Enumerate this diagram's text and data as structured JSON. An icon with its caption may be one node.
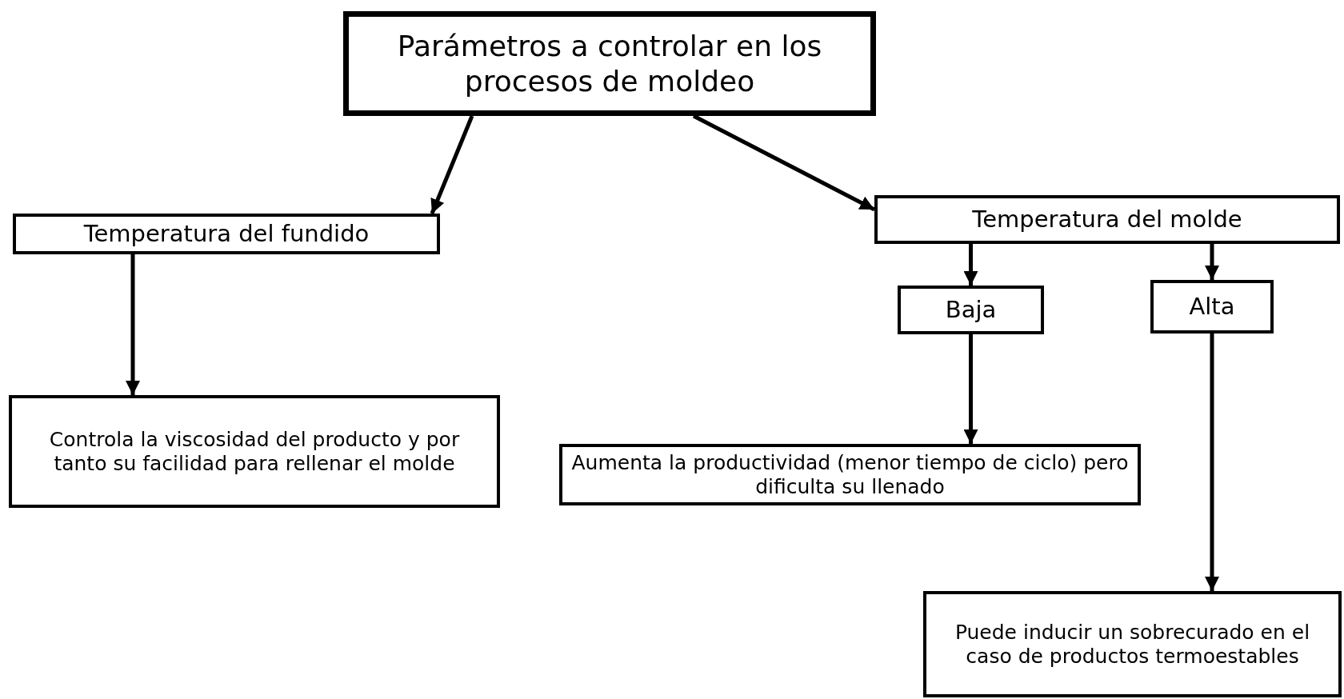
{
  "diagram": {
    "nodes": [
      {
        "text": [
          "Parámetros a controlar en los procesos de moldeo"
        ]
      },
      {
        "text": [
          "Temperatura del fundido"
        ]
      },
      {
        "text": [
          "Temperatura del molde"
        ]
      },
      {
        "text": [
          "Baja"
        ]
      },
      {
        "text": [
          "Alta"
        ]
      },
      {
        "text": [
          "Controla la viscosidad del producto y por tanto su facilidad para rellenar el molde"
        ]
      },
      {
        "text": [
          "Aumenta la productividad (menor tiempo de ciclo) pero dificulta su llenado"
        ]
      },
      {
        "text": [
          "Puede inducir un sobrecurado en el caso de productos termoestables"
        ]
      }
    ],
    "edges": [
      {
        "from": 0,
        "to": 1,
        "arrow": "to"
      },
      {
        "from": 0,
        "to": 2,
        "arrow": "to"
      },
      {
        "from": 1,
        "to": 5,
        "arrow": "to"
      },
      {
        "from": 2,
        "to": 3,
        "arrow": "to"
      },
      {
        "from": 2,
        "to": 4,
        "arrow": "to"
      },
      {
        "from": 3,
        "to": 6,
        "arrow": "to"
      },
      {
        "from": 4,
        "to": 7,
        "arrow": "to"
      }
    ]
  }
}
